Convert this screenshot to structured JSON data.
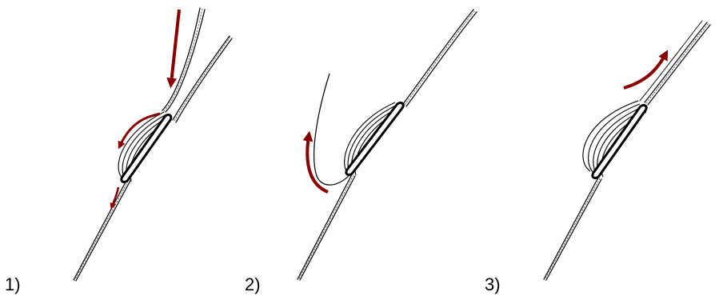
{
  "steps": [
    {
      "label": "1)"
    },
    {
      "label": "2)"
    },
    {
      "label": "3)"
    }
  ],
  "colors": {
    "arrow": "#8b0000",
    "line": "#111111",
    "background": "#ffffff"
  }
}
